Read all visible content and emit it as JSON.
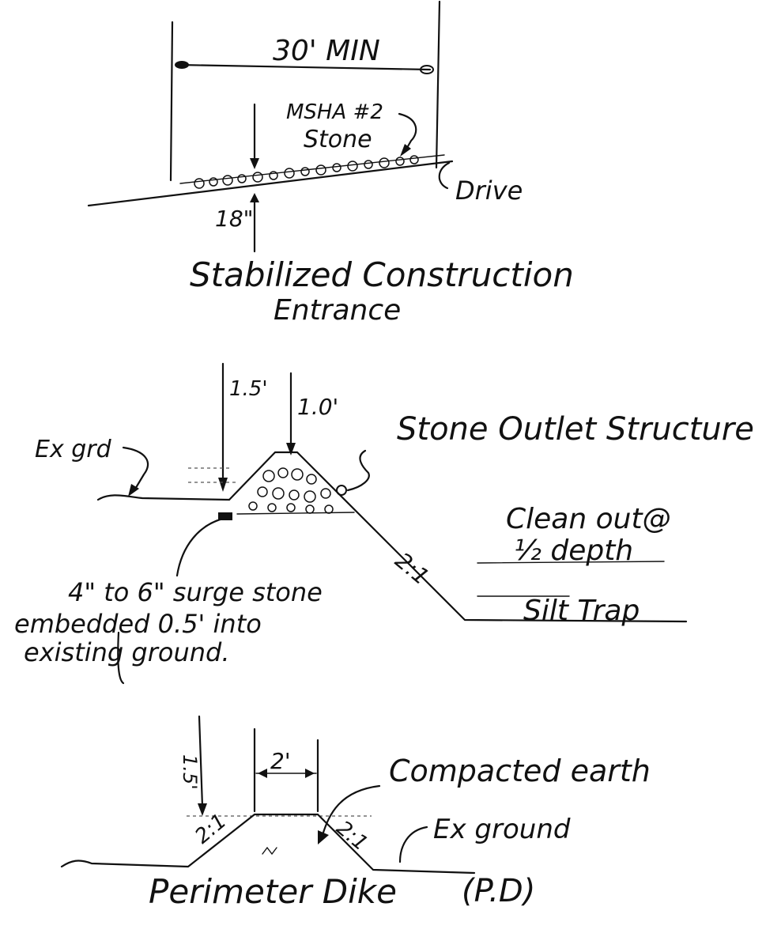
{
  "colors": {
    "ink": "#111111",
    "paper": "#ffffff"
  },
  "entrance": {
    "length_label": "30' MIN",
    "stone_label_line1": "MSHA #2",
    "stone_label_line2": "Stone",
    "drive_label": "Drive",
    "depth_label": "18\"",
    "title_line1": "Stabilized Construction",
    "title_line2": "Entrance"
  },
  "outlet": {
    "dim_left": "1.5'",
    "dim_top": "1.0'",
    "ex_grade_label": "Ex grd",
    "structure_label": "Stone Outlet Structure",
    "slope_label": "2:1",
    "clean_out_line1": "Clean out@",
    "clean_out_line2": "½ depth",
    "silt_trap_label": "Silt Trap",
    "note_line1": "4\" to 6\" surge stone",
    "note_line2": "embedded 0.5' into",
    "note_line3": "existing ground."
  },
  "dike": {
    "dim_height": "1.5'",
    "dim_top_width": "2'",
    "slope_left": "2:1",
    "slope_right": "2:1",
    "compacted_label": "Compacted earth",
    "ex_ground_label": "Ex ground",
    "title": "Perimeter Dike",
    "abbrev": "(P.D)"
  }
}
